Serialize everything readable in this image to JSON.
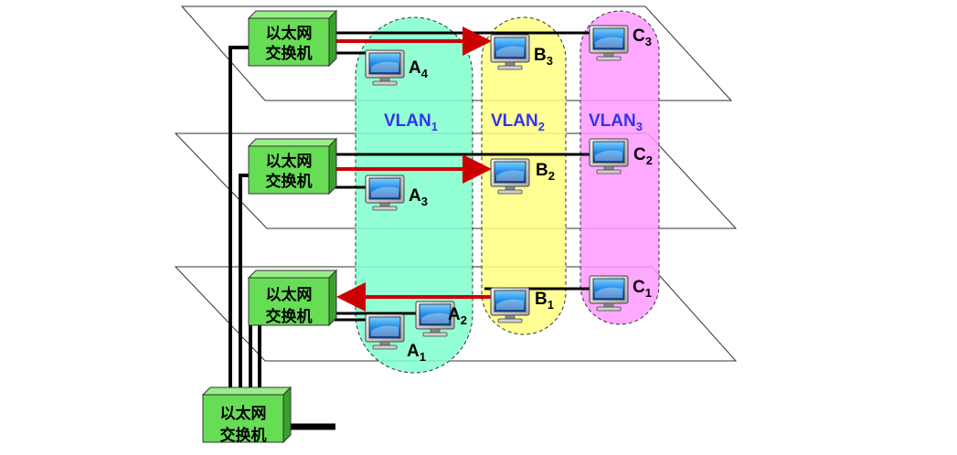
{
  "switch_label_line1": "以太网",
  "switch_label_line2": "交换机",
  "vlans": [
    {
      "name": "VLAN",
      "sub": "1",
      "color": "#80ffcc"
    },
    {
      "name": "VLAN",
      "sub": "2",
      "color": "#ffff80"
    },
    {
      "name": "VLAN",
      "sub": "3",
      "color": "#ff99ff"
    }
  ],
  "hosts": {
    "A4": {
      "letter": "A",
      "sub": "4"
    },
    "A3": {
      "letter": "A",
      "sub": "3"
    },
    "A2": {
      "letter": "A",
      "sub": "2"
    },
    "A1": {
      "letter": "A",
      "sub": "1"
    },
    "B3": {
      "letter": "B",
      "sub": "3"
    },
    "B2": {
      "letter": "B",
      "sub": "2"
    },
    "B1": {
      "letter": "B",
      "sub": "1"
    },
    "C3": {
      "letter": "C",
      "sub": "3"
    },
    "C2": {
      "letter": "C",
      "sub": "2"
    },
    "C1": {
      "letter": "C",
      "sub": "1"
    }
  },
  "colors": {
    "switch_fill": "#66dd55",
    "arrow": "#cc0000",
    "link": "#000000"
  }
}
